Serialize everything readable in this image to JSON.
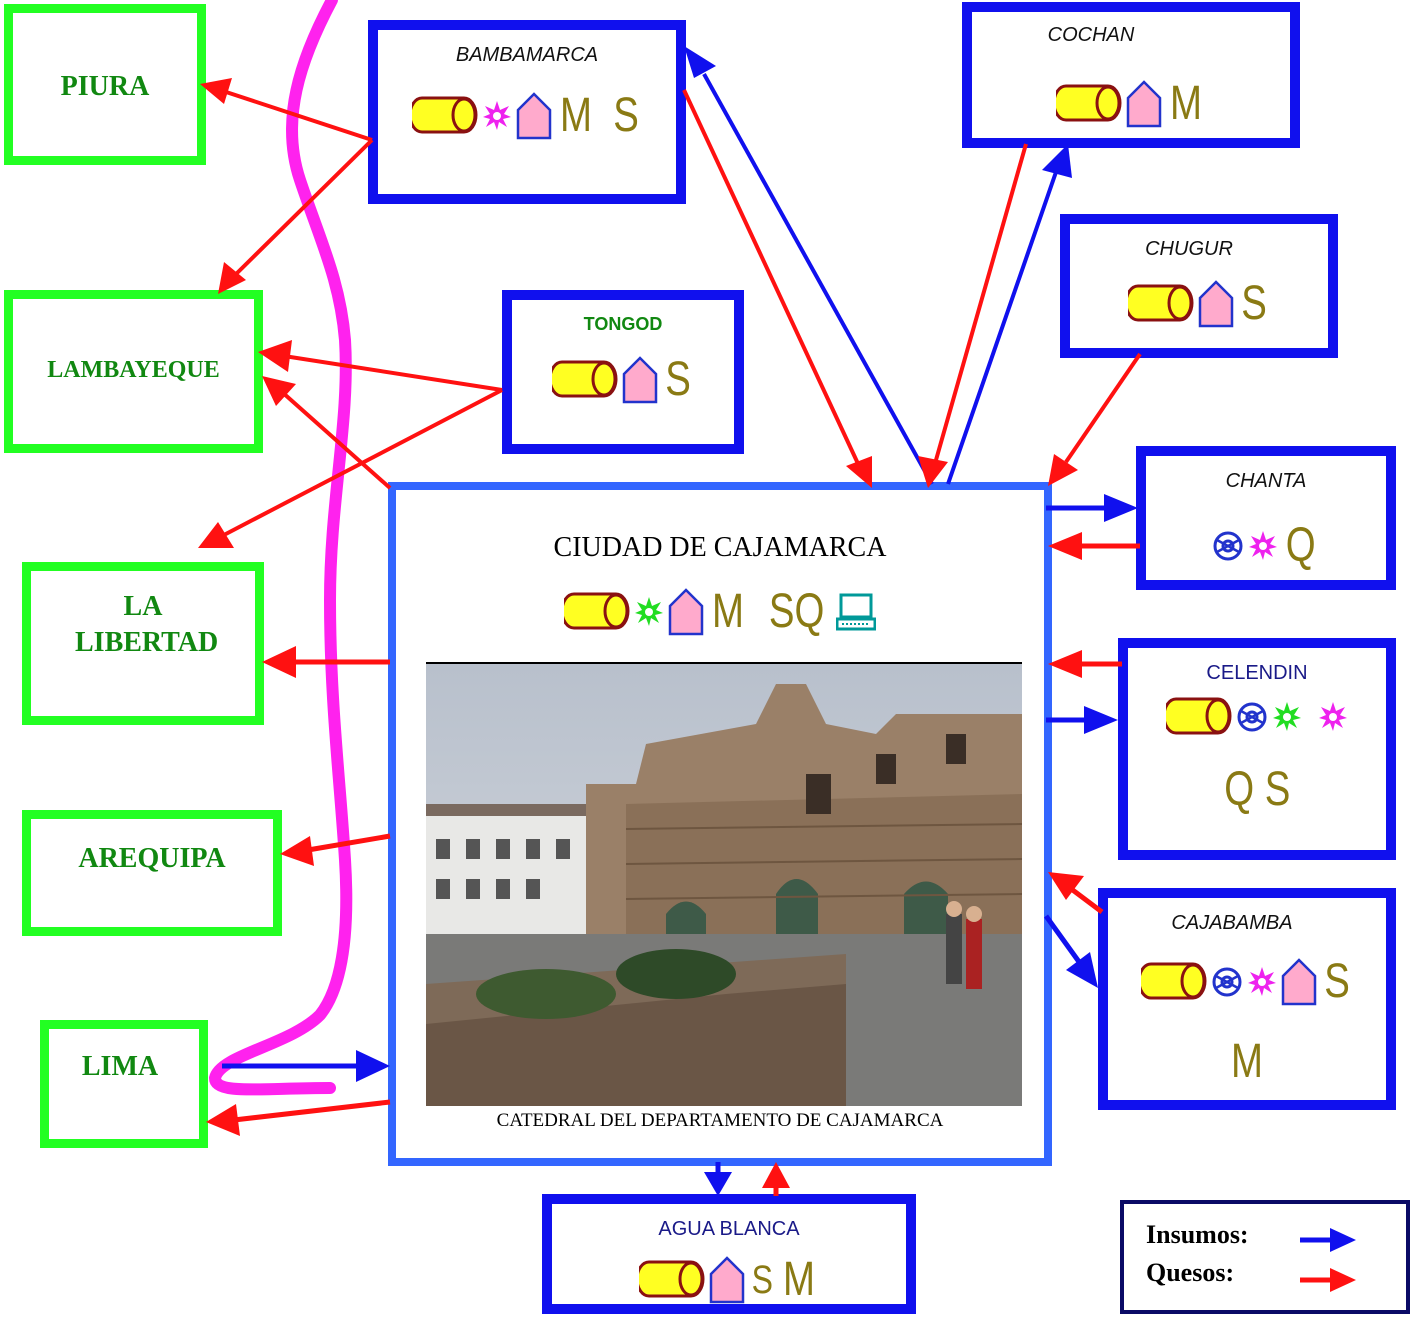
{
  "destinations": {
    "piura": "PIURA",
    "lambayeque": "LAMBAYEQUE",
    "la_libertad": "LA LIBERTAD",
    "arequipa": "AREQUIPA",
    "lima": "LIMA"
  },
  "towns": {
    "bambamarca": "BAMBAMARCA",
    "tongod": "TONGOD",
    "cochan": "COCHAN",
    "chugur": "CHUGUR",
    "chanta": "CHANTA",
    "celendin": "CELENDIN",
    "cajabamba": "CAJABAMBA",
    "agua_blanca": "AGUA BLANCA"
  },
  "letters": {
    "M": "M",
    "S": "S",
    "Q": "Q",
    "SQ": "SQ",
    "QS": "Q S"
  },
  "center": {
    "title": "CIUDAD DE CAJAMARCA",
    "caption": "CATEDRAL DEL DEPARTAMENTO DE CAJAMARCA"
  },
  "legend": {
    "insumos": "Insumos:",
    "quesos": "Quesos:"
  },
  "colors": {
    "insumos_arrow": "#1010ee",
    "quesos_arrow": "#ff1111",
    "route_line": "#ff22ee",
    "destination_border": "#22ff22",
    "town_border": "#1010ee"
  }
}
